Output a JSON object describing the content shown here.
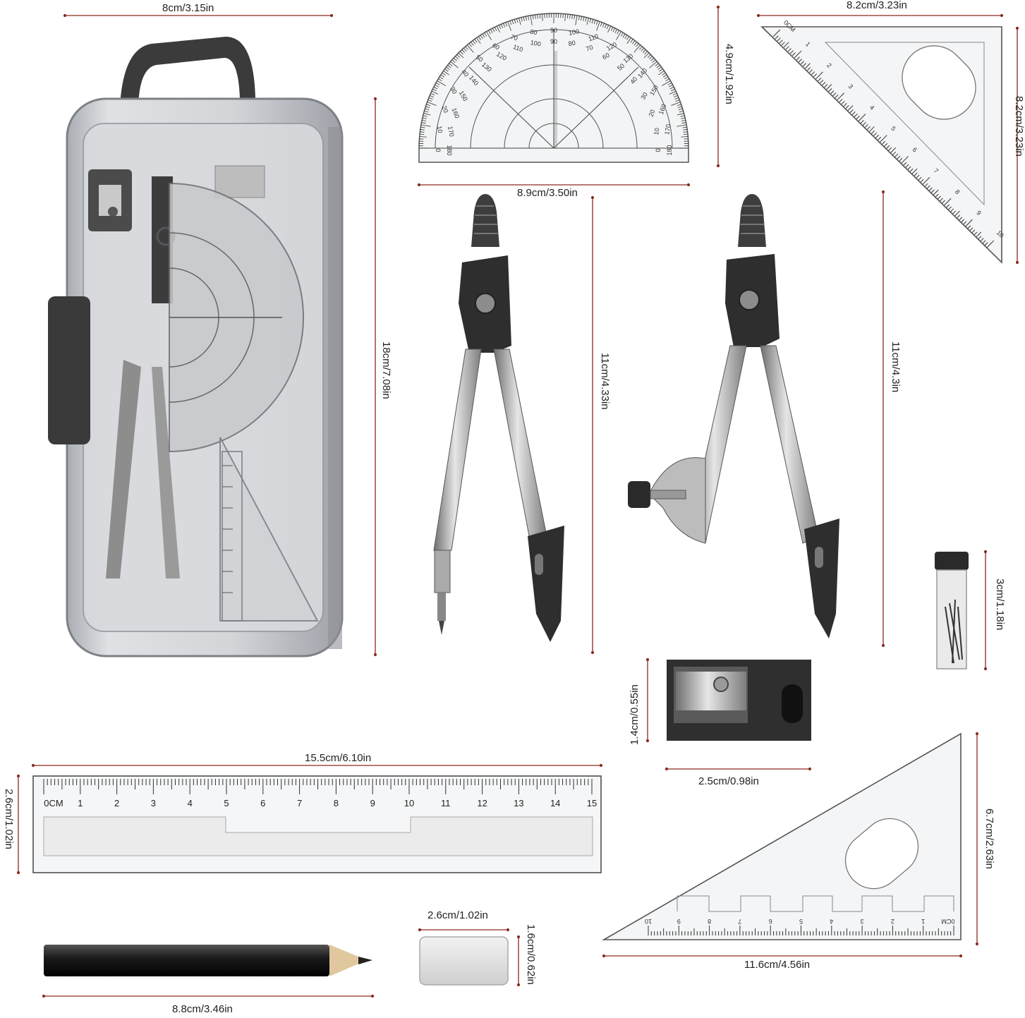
{
  "dimensions": {
    "case_width": "8cm/3.15in",
    "case_height": "18cm/7.08in",
    "protractor_width": "8.9cm/3.50in",
    "protractor_height": "4.9cm/1.92in",
    "set_square_45_width": "8.2cm/3.23in",
    "set_square_45_height": "8.2cm/3.23in",
    "compass_pencil_height": "11cm/4.33in",
    "compass_holder_height": "11cm/4.3in",
    "lead_tube_height": "3cm/1.18in",
    "sharpener_height": "1.4cm/0.55in",
    "sharpener_width": "2.5cm/0.98in",
    "ruler_width": "15.5cm/6.10in",
    "ruler_height": "2.6cm/1.02in",
    "set_square_60_height": "6.7cm/2.63in",
    "set_square_60_width": "11.6cm/4.56in",
    "eraser_width": "2.6cm/1.02in",
    "eraser_height": "1.6cm/0.62in",
    "pencil_length": "8.8cm/3.46in"
  },
  "ruler": {
    "unit_label": "0CM",
    "numbers": [
      "1",
      "2",
      "3",
      "4",
      "5",
      "6",
      "7",
      "8",
      "9",
      "10",
      "11",
      "12",
      "13",
      "14",
      "15"
    ]
  },
  "set_square_60": {
    "unit_label": "0CM",
    "numbers": [
      "1",
      "2",
      "3",
      "4",
      "5",
      "6",
      "7",
      "8",
      "9",
      "10"
    ]
  },
  "set_square_45": {
    "unit_label": "0CM",
    "numbers": [
      "1",
      "2",
      "3",
      "4",
      "5",
      "6",
      "7",
      "8",
      "9",
      "10"
    ]
  },
  "protractor": {
    "outer_numbers": [
      "0",
      "10",
      "20",
      "30",
      "40",
      "50",
      "60",
      "70",
      "80",
      "90",
      "100",
      "110",
      "120",
      "130",
      "140",
      "150",
      "160",
      "170",
      "180"
    ],
    "inner_numbers": [
      "180",
      "170",
      "160",
      "150",
      "140",
      "130",
      "120",
      "110",
      "100",
      "90",
      "80",
      "70",
      "60",
      "50",
      "40",
      "30",
      "20",
      "10",
      "0"
    ]
  },
  "colors": {
    "dimension_line": "#8b2a1e",
    "case_plastic": "#c9ccd1",
    "case_dark": "#3a3a3a",
    "metal": "#b8b8b8",
    "dark_plastic": "#2e2e2e"
  }
}
